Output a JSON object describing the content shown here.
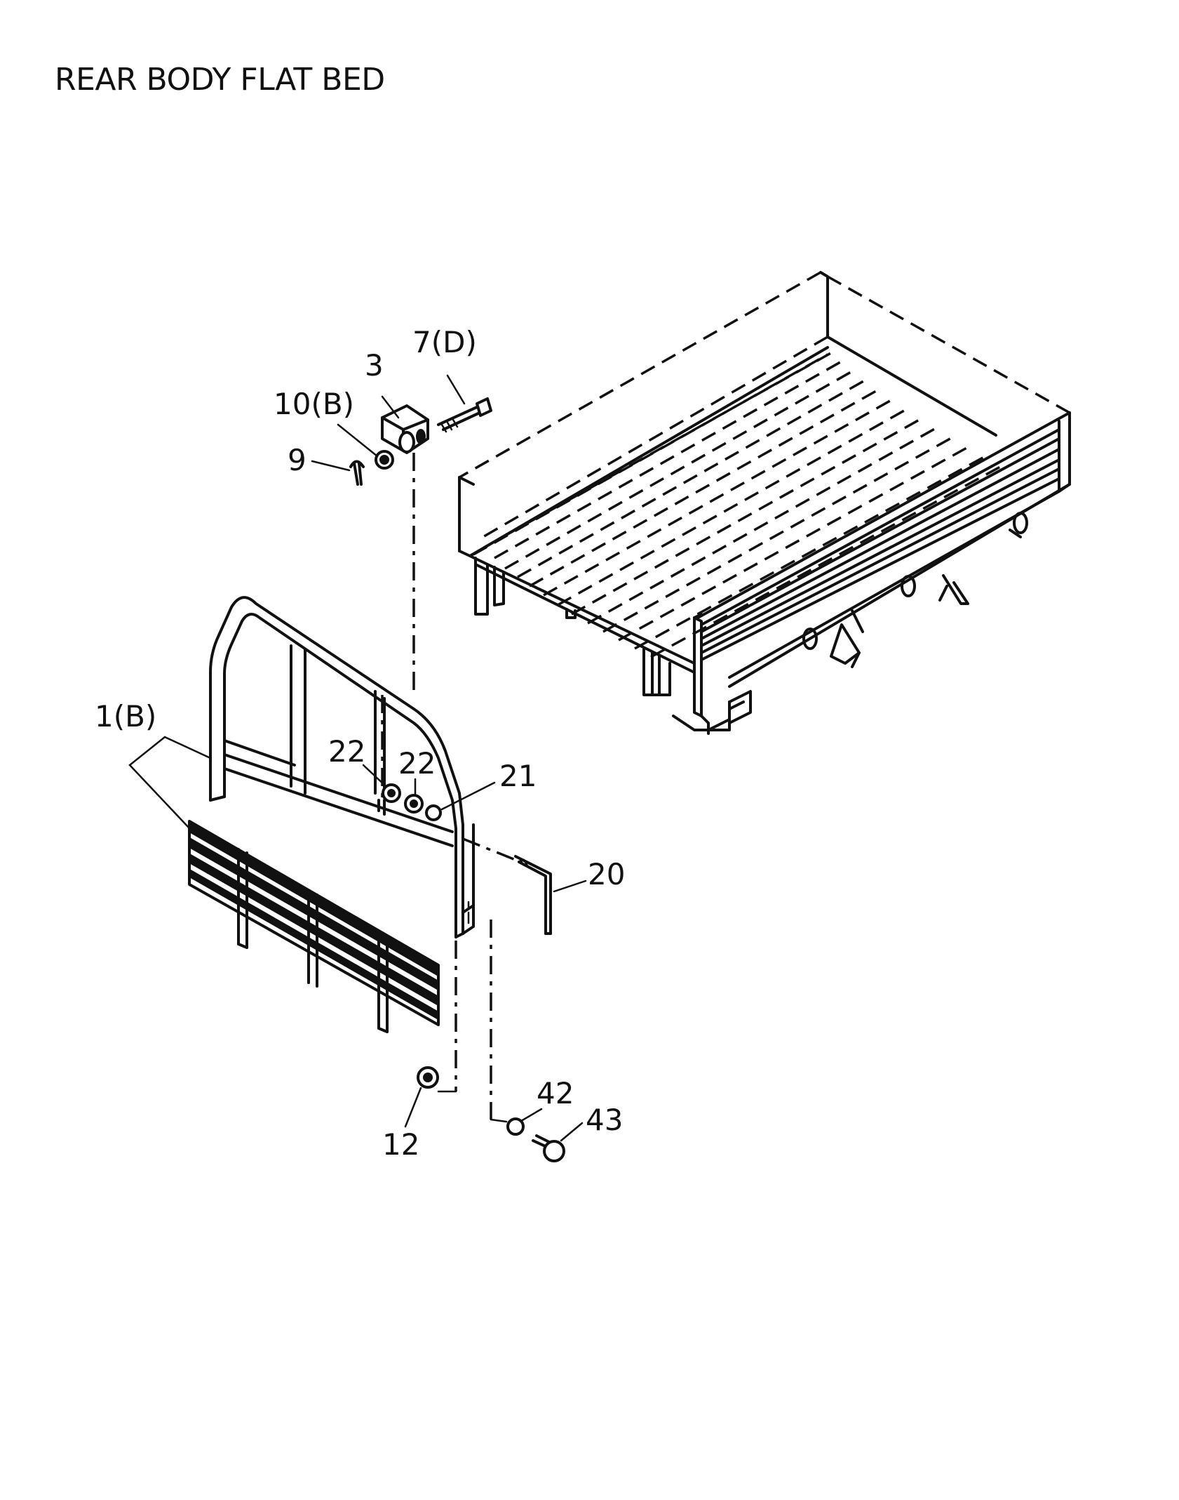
{
  "page": {
    "title": "REAR BODY FLAT BED"
  },
  "callouts": [
    {
      "id": "c7",
      "label": "7(D)"
    },
    {
      "id": "c3",
      "label": "3"
    },
    {
      "id": "c10",
      "label": "10(B)"
    },
    {
      "id": "c9",
      "label": "9"
    },
    {
      "id": "c1",
      "label": "1(B)"
    },
    {
      "id": "c22a",
      "label": "22"
    },
    {
      "id": "c22b",
      "label": "22"
    },
    {
      "id": "c21",
      "label": "21"
    },
    {
      "id": "c20",
      "label": "20"
    },
    {
      "id": "c12",
      "label": "12"
    },
    {
      "id": "c42",
      "label": "42"
    },
    {
      "id": "c43",
      "label": "43"
    }
  ]
}
